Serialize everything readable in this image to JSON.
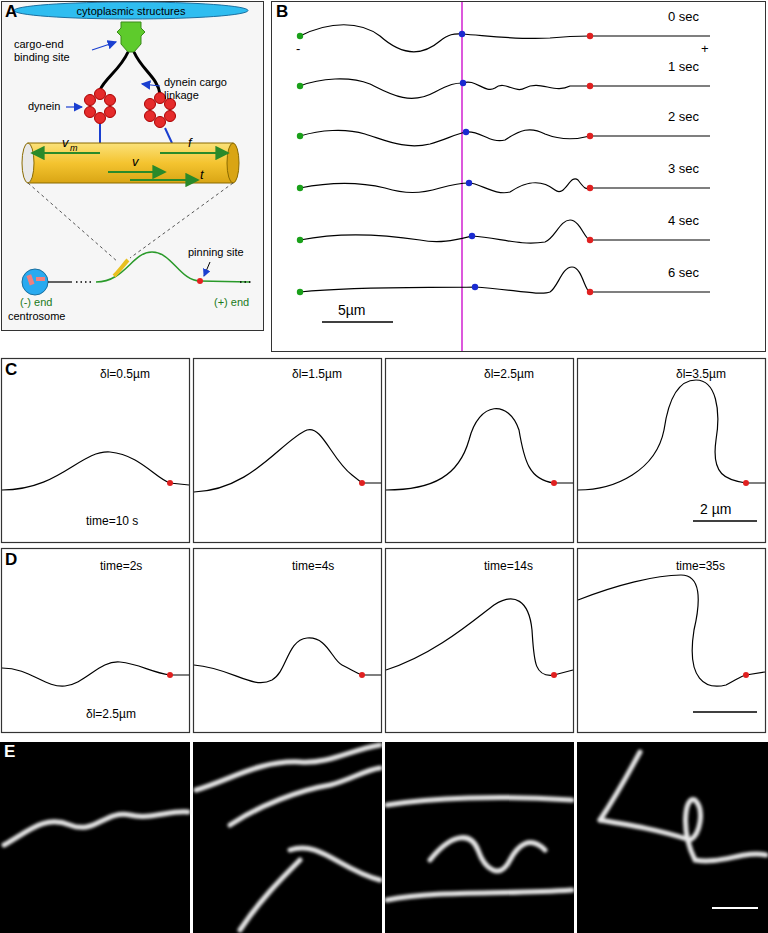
{
  "diagram": {
    "nodes": [
      {
        "text": [
          "cytoplasmic structures"
        ]
      }
    ],
    "labels": [
      "A",
      "cargo-end binding site",
      "dynein cargo linkage",
      "dynein",
      "v",
      "m",
      "f",
      "v",
      "t",
      "pinning site",
      "(-) end",
      "centrosome",
      "(+) end",
      "B",
      "-",
      "+",
      "0 sec",
      "1 sec",
      "2 sec",
      "3 sec",
      "4 sec",
      "6 sec",
      "5µm",
      "C",
      "δl=0.5µm",
      "δl=1.5µm",
      "δl=2.5µm",
      "δl=3.5µm",
      "time=10 s",
      "2 µm",
      "D",
      "time=2s",
      "time=4s",
      "time=14s",
      "time=35s",
      "δl=2.5µm",
      "E"
    ]
  }
}
